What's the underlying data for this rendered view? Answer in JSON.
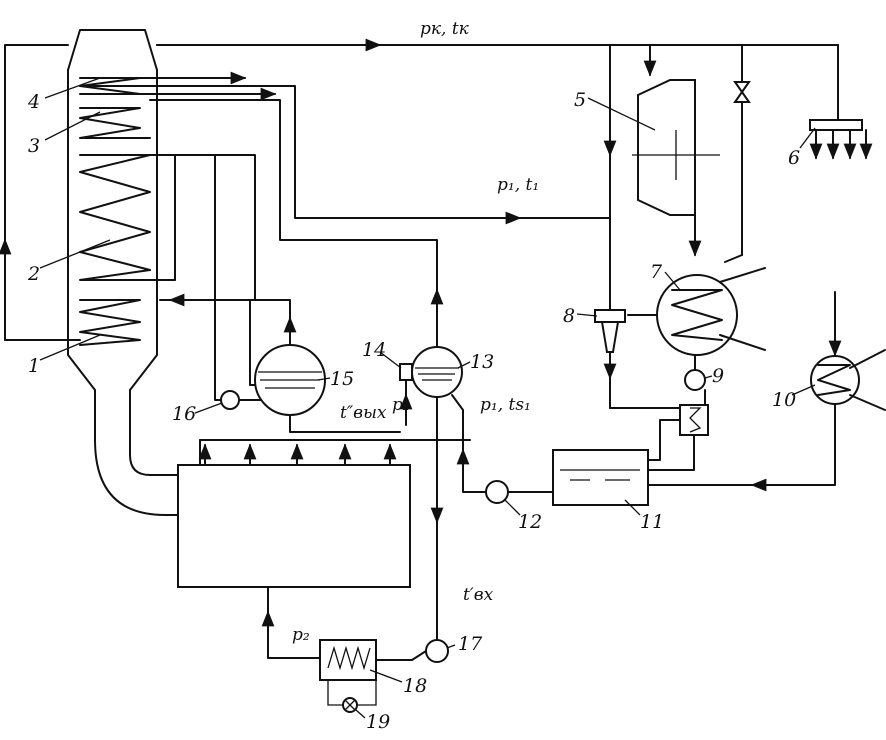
{
  "labels": {
    "pk_tk": "pк, tк",
    "p1_t1": "p₁, t₁",
    "p2_upper": "p₂",
    "p2_lower": "p₂",
    "p1_ts1": "p₁, ts₁",
    "t_out": "t″вых",
    "t_in": "t′вх"
  },
  "callouts": [
    "1",
    "2",
    "3",
    "4",
    "5",
    "6",
    "7",
    "8",
    "9",
    "10",
    "11",
    "12",
    "13",
    "14",
    "15",
    "16",
    "17",
    "18",
    "19"
  ]
}
